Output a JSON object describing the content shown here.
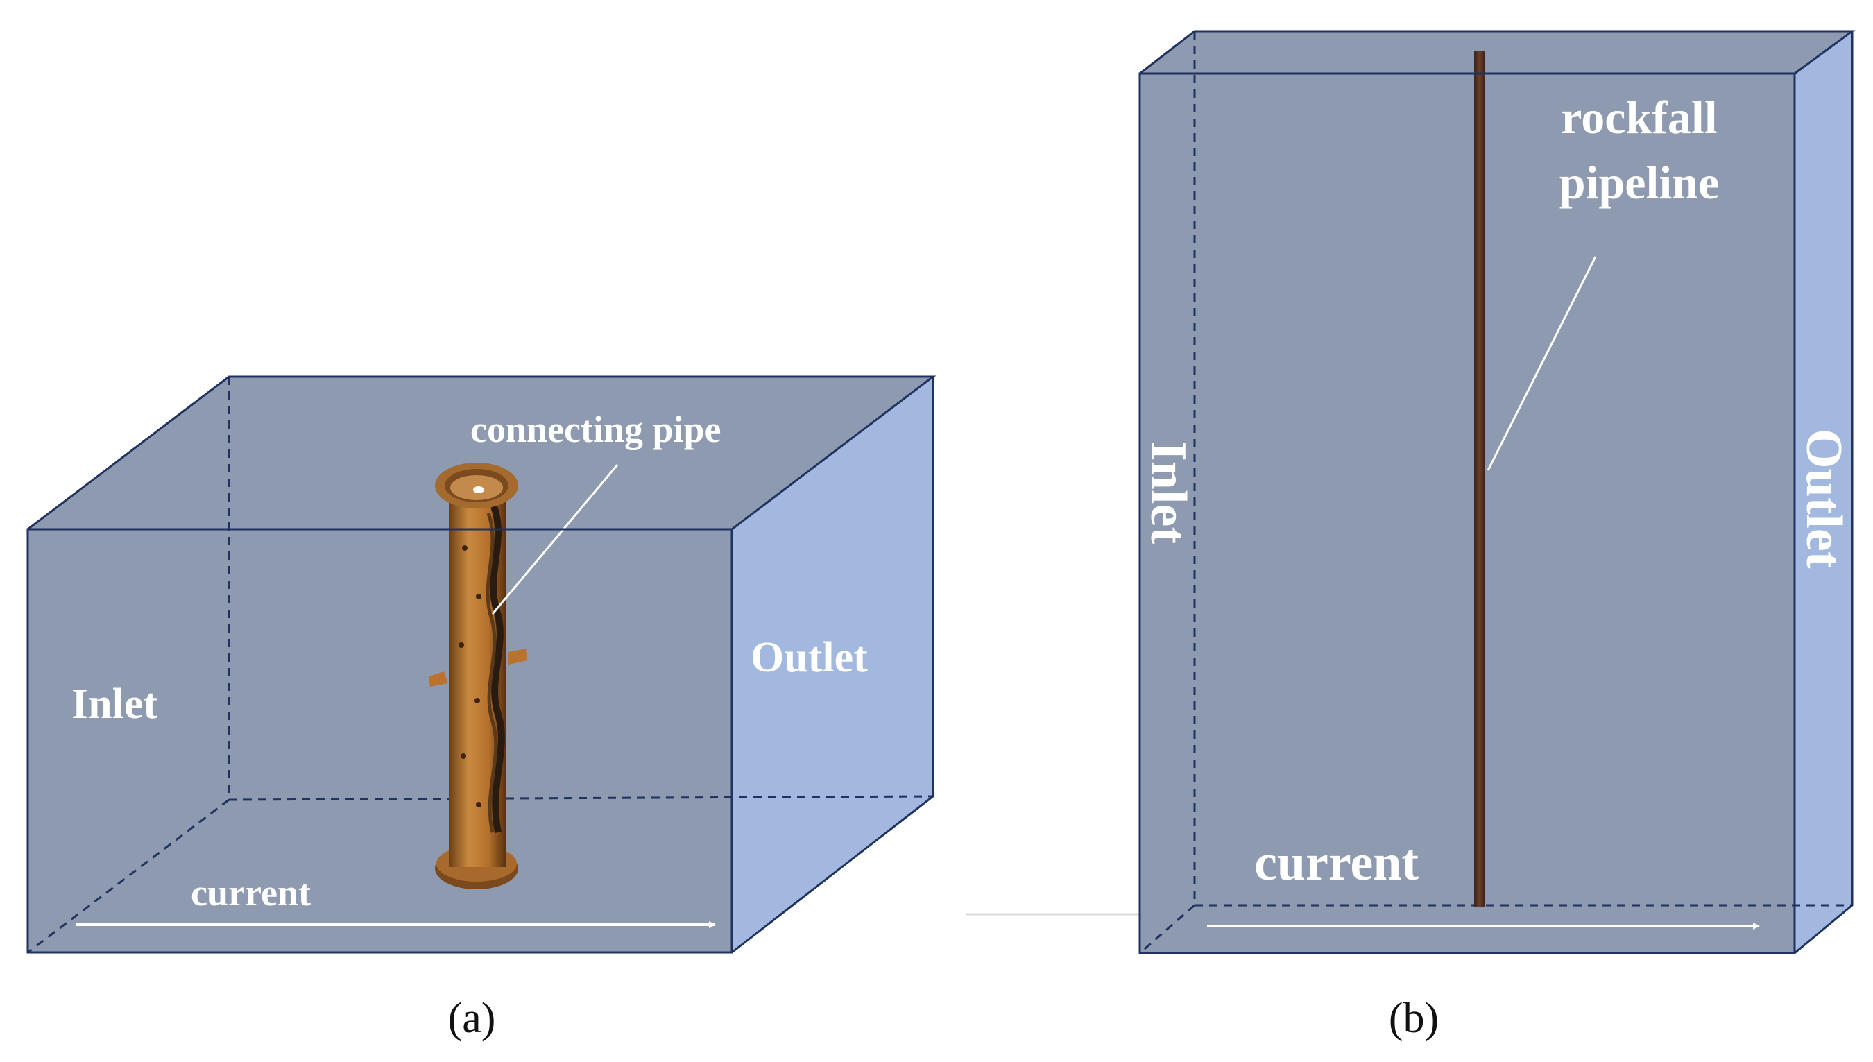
{
  "panel_a": {
    "caption": "(a)",
    "inlet_label": "Inlet",
    "outlet_label": "Outlet",
    "current_label": "current",
    "pipe_label": "connecting pipe"
  },
  "panel_b": {
    "caption": "(b)",
    "inlet_label": "Inlet",
    "outlet_label": "Outlet",
    "current_label": "current",
    "pipe_label_line1": "rockfall",
    "pipe_label_line2": "pipeline"
  },
  "colors": {
    "box_face": "#8e9ab0",
    "outlet_face": "#a2b8df",
    "edge": "#1f3260",
    "pipe_a": "#b9732e",
    "pipe_b": "#5a3424",
    "label": "#ffffff",
    "caption": "#111111"
  }
}
